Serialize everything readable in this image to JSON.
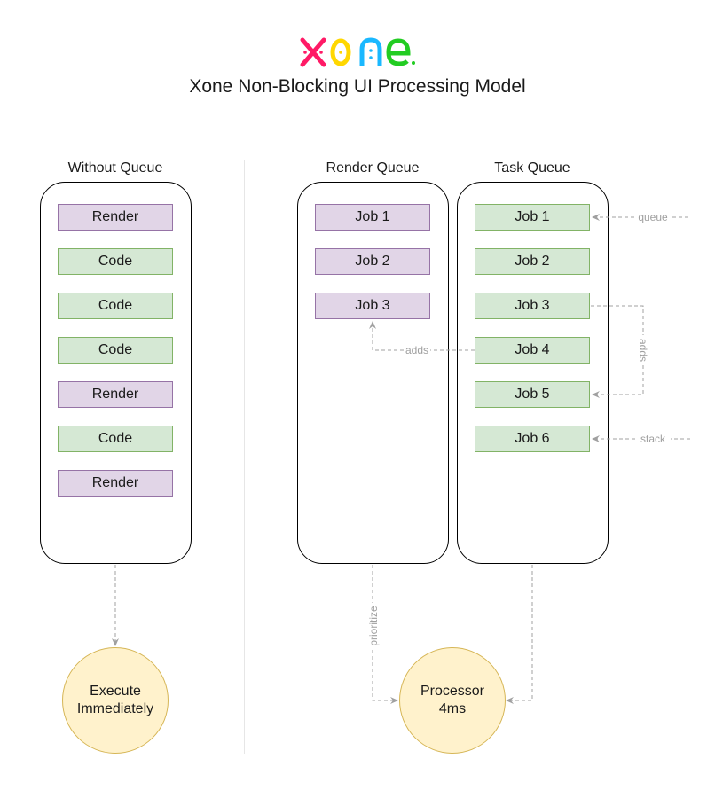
{
  "logo": {
    "text": "xone",
    "letters": [
      {
        "char": "x",
        "color": "#ff1a66"
      },
      {
        "char": "o",
        "color": "#ffd700"
      },
      {
        "char": "n",
        "color": "#1ab8ff"
      },
      {
        "char": "e",
        "color": "#22cc22"
      }
    ]
  },
  "title": "Xone Non-Blocking UI Processing Model",
  "without_queue": {
    "label": "Without Queue",
    "items": [
      {
        "label": "Render",
        "kind": "render"
      },
      {
        "label": "Code",
        "kind": "code"
      },
      {
        "label": "Code",
        "kind": "code"
      },
      {
        "label": "Code",
        "kind": "code"
      },
      {
        "label": "Render",
        "kind": "render"
      },
      {
        "label": "Code",
        "kind": "code"
      },
      {
        "label": "Render",
        "kind": "render"
      }
    ],
    "target": {
      "line1": "Execute",
      "line2": "Immediately"
    }
  },
  "render_queue": {
    "label": "Render Queue",
    "items": [
      {
        "label": "Job 1"
      },
      {
        "label": "Job 2"
      },
      {
        "label": "Job 3"
      }
    ]
  },
  "task_queue": {
    "label": "Task Queue",
    "items": [
      {
        "label": "Job 1"
      },
      {
        "label": "Job 2"
      },
      {
        "label": "Job 3"
      },
      {
        "label": "Job 4"
      },
      {
        "label": "Job 5"
      },
      {
        "label": "Job 6"
      }
    ]
  },
  "processor": {
    "line1": "Processor",
    "line2": "4ms"
  },
  "edges": {
    "queue": "queue",
    "stack": "stack",
    "adds_horizontal": "adds",
    "adds_vertical": "adds",
    "prioritize": "prioritize"
  },
  "colors": {
    "render_fill": "#e1d5e7",
    "render_stroke": "#9673a6",
    "code_fill": "#d5e8d4",
    "code_stroke": "#82b366",
    "circle_fill": "#fff2cc",
    "circle_stroke": "#d6b656",
    "edge": "#a0a0a0"
  }
}
